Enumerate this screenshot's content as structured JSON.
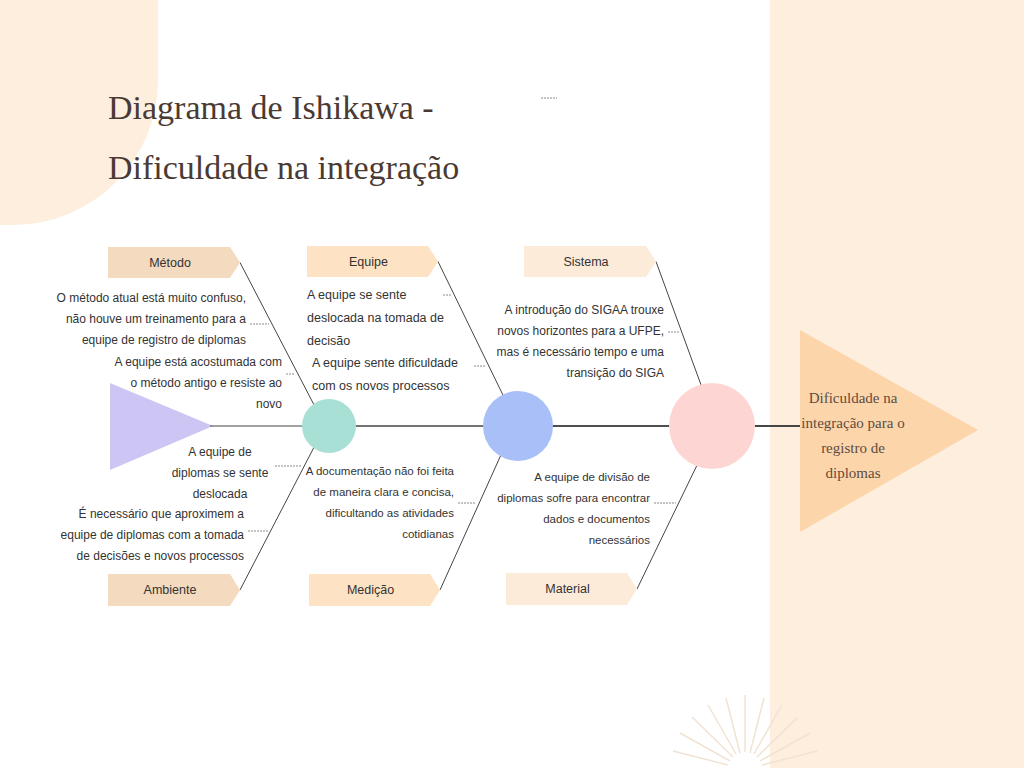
{
  "diagram": {
    "title": "Diagrama de Ishikawa - Dificuldade na integração",
    "nodes": [
      {
        "text": [
          "Método"
        ]
      },
      {
        "text": [
          "Equipe"
        ]
      },
      {
        "text": [
          "Sistema"
        ]
      },
      {
        "text": [
          "Ambiente"
        ]
      },
      {
        "text": [
          "Medição"
        ]
      },
      {
        "text": [
          "Material"
        ]
      },
      {
        "text": [
          "Dificuldade na integração para o registro de diplomas"
        ]
      }
    ],
    "edges": [
      {
        "from": 0,
        "to": 6,
        "arrow": "none"
      },
      {
        "from": 1,
        "to": 6,
        "arrow": "none"
      },
      {
        "from": 2,
        "to": 6,
        "arrow": "none"
      },
      {
        "from": 3,
        "to": 6,
        "arrow": "none"
      },
      {
        "from": 4,
        "to": 6,
        "arrow": "none"
      },
      {
        "from": 5,
        "to": 6,
        "arrow": "none"
      }
    ],
    "labels": [
      "O método atual está muito confuso, não houve um treinamento para a equipe de registro de diplomas",
      "A equipe está acostumada com o método antigo e resiste ao novo",
      "A equipe se sente deslocada na tomada de decisão",
      "A equipe sente dificuldade com os novos processos",
      "A introdução do SIGAA trouxe novos horizontes para a UFPE, mas é necessário tempo e uma transição do SIGA",
      "A equipe de diplomas se sente deslocada",
      "É necessário que aproximem a equipe de diplomas com a tomada de decisões e novos processos",
      "A documentação não foi feita de maneira clara e concisa, dificultando as atividades cotidianas",
      "A equipe de divisão de diplomas sofre para encontrar dados e documentos necessários"
    ]
  }
}
